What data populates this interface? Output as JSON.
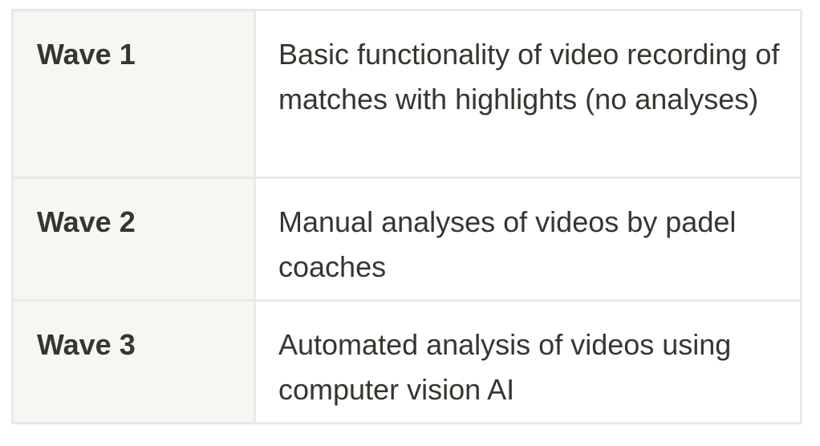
{
  "table": {
    "rows": [
      {
        "label": "Wave 1",
        "description": "Basic functionality of video recording of matches with highlights (no analyses)"
      },
      {
        "label": "Wave 2",
        "description": "Manual analyses of videos by padel coaches"
      },
      {
        "label": "Wave 3",
        "description": "Automated analysis of videos using computer vision AI"
      }
    ]
  }
}
